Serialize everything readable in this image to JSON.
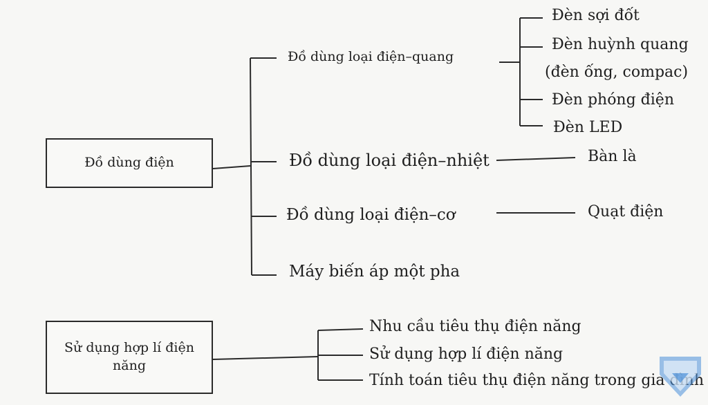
{
  "diagram1": {
    "root": "Đồ dùng điện",
    "branches": [
      {
        "label": "Đồ dùng loại điện–quang",
        "children": [
          "Đèn sợi đốt",
          "Đèn huỳnh quang",
          "(đèn ống, compac)",
          "Đèn phóng điện",
          "Đèn LED"
        ]
      },
      {
        "label": "Đồ dùng loại điện–nhiệt",
        "children": [
          "Bàn là"
        ]
      },
      {
        "label": "Đồ dùng loại điện–cơ",
        "children": [
          "Quạt điện"
        ]
      },
      {
        "label": "Máy biến áp một pha",
        "children": []
      }
    ]
  },
  "diagram2": {
    "root": "Sử dụng hợp lí điện năng",
    "branches": [
      "Nhu cầu tiêu thụ điện năng",
      "Sử dụng hợp lí điện năng",
      "Tính toán tiêu thụ điện năng trong gia đình"
    ]
  },
  "colors": {
    "line": "#2a2a2a",
    "text": "#1f1f1f",
    "logo": "#4a90d9"
  }
}
